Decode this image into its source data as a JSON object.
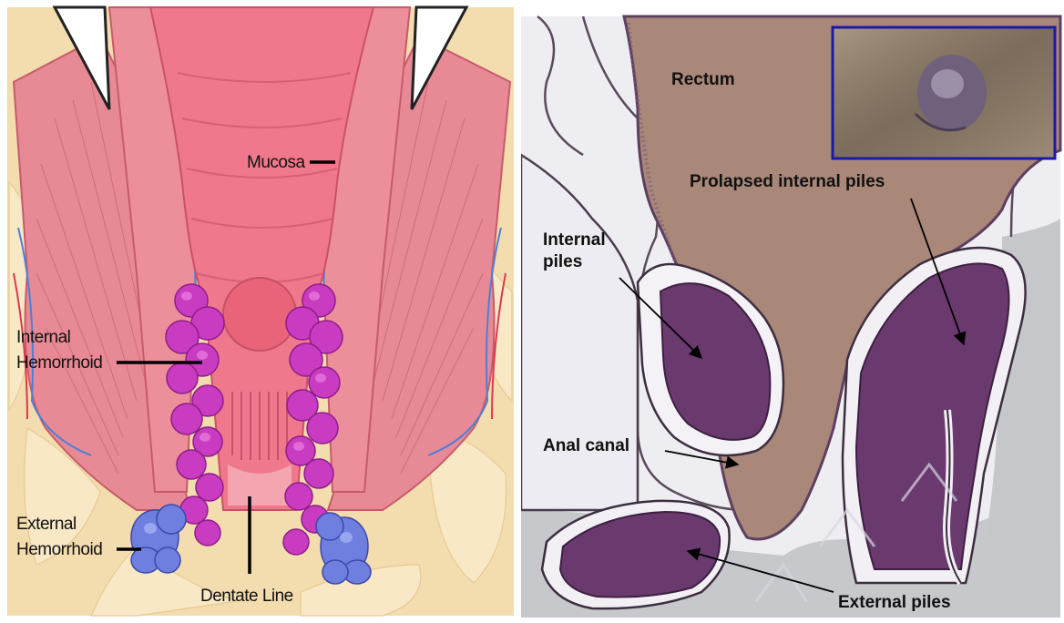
{
  "left_panel": {
    "labels": {
      "mucosa": "Mucosa",
      "internal_line1": "Internal",
      "internal_line2": "Hemorrhoid",
      "external_line1": "External",
      "external_line2": "Hemorrhoid",
      "dentate": "Dentate Line"
    }
  },
  "right_panel": {
    "labels": {
      "rectum": "Rectum",
      "prolapsed": "Prolapsed internal piles",
      "internal_line1": "Internal",
      "internal_line2": "piles",
      "anal_canal": "Anal canal",
      "external": "External piles"
    }
  },
  "colors": {
    "muscle": "#e78a95",
    "fat": "#f2d9a8",
    "mucosa": "#ea6f86",
    "internal_hemorrhoid": "#c93bc0",
    "external_hemorrhoid": "#6f7fe0",
    "rectum_fill": "#a98779",
    "pile_fill": "#6a3a6e",
    "wall_fill": "#e9e7ef",
    "inset_border": "#1a1aa8"
  }
}
